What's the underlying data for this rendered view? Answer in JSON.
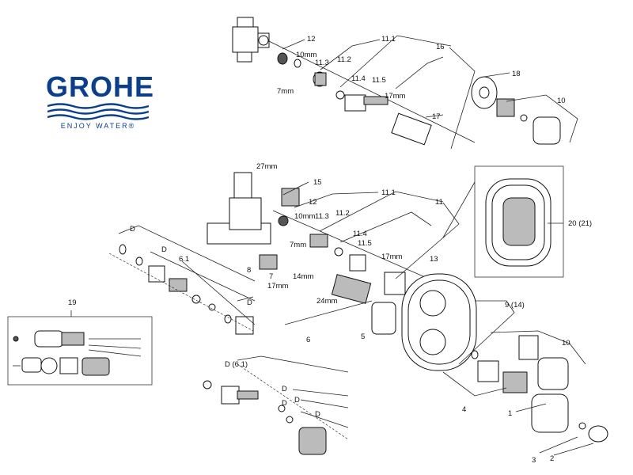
{
  "logo": {
    "brand": "GROHE",
    "tagline": "ENJOY WATER",
    "registered_mark": "®",
    "brand_color": "#0b3f8c"
  },
  "callouts": {
    "c12_top": "12",
    "c11_1_top": "11.1",
    "c16": "16",
    "c10mm_top": "10mm",
    "c11_3_top": "11.3",
    "c11_2_top": "11.2",
    "c7mm_top": "7mm",
    "c11_4_top": "11.4",
    "c11_5_top": "11.5",
    "c17mm_top": "17mm",
    "c18": "18",
    "c10_top": "10",
    "c17": "17",
    "c27mm": "27mm",
    "c15": "15",
    "c12_mid": "12",
    "c11_1_mid": "11.1",
    "c11": "11",
    "c10mm_mid": "10mm",
    "c11_3_mid": "11.3",
    "c11_2_mid": "11.2",
    "c20_21": "20 (21)",
    "c7mm_mid": "7mm",
    "c11_4_mid": "11.4",
    "c11_5_mid": "11.5",
    "c17mm_mid": "17mm",
    "c13": "13",
    "c14mm": "14mm",
    "c24mm": "24mm",
    "c5": "5",
    "c9_14": "9 (14)",
    "c6": "6",
    "c10_bot": "10",
    "c8": "8",
    "c7": "7",
    "c17mm_left": "17mm",
    "cD_1": "D",
    "cD_2": "D",
    "c6_1_small": "6.1",
    "cD_3": "D",
    "c19": "19",
    "cD_6_1": "D (6.1)",
    "cD_4": "D",
    "cD_5": "D",
    "cD_6": "D",
    "cD_7": "D",
    "c4": "4",
    "c1": "1",
    "c3": "3",
    "c2": "2"
  }
}
